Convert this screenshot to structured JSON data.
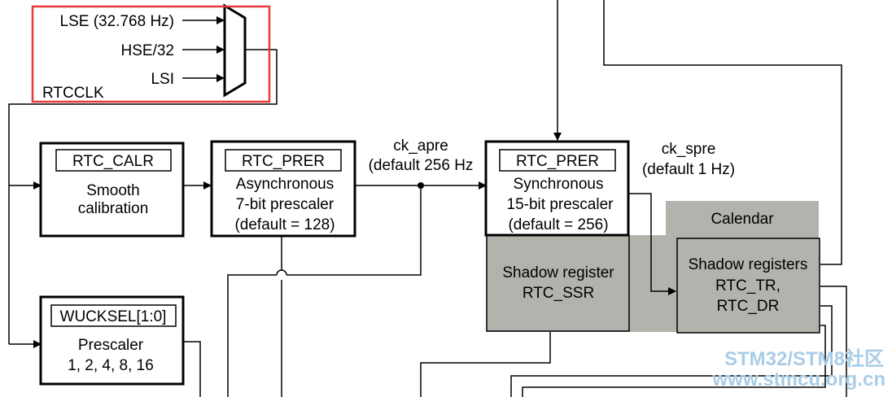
{
  "clock_sources": {
    "lse": "LSE (32.768 Hz)",
    "hse": "HSE/32",
    "lsi": "LSI",
    "rtcclk": "RTCCLK",
    "highlight_color": "#e63b3b"
  },
  "blocks": {
    "calr": {
      "register": "RTC_CALR",
      "line1": "Smooth",
      "line2": "calibration"
    },
    "async_prer": {
      "register": "RTC_PRER",
      "line1": "Asynchronous",
      "line2": "7-bit prescaler",
      "line3": "(default = 128)"
    },
    "sync_prer": {
      "register": "RTC_PRER",
      "line1": "Synchronous",
      "line2": "15-bit prescaler",
      "line3": "(default = 256)"
    },
    "wucksel": {
      "register": "WUCKSEL[1:0]",
      "line1": "Prescaler",
      "line2": "1, 2, 4, 8, 16"
    },
    "shadow_ssr": {
      "line1": "Shadow register",
      "line2": "RTC_SSR"
    },
    "calendar": {
      "title": "Calendar",
      "line1": "Shadow registers",
      "line2": "RTC_TR,",
      "line3": "RTC_DR"
    }
  },
  "signals": {
    "ck_apre": "ck_apre",
    "ck_apre_default": "(default 256 Hz",
    "ck_spre": "ck_spre",
    "ck_spre_default": "(default 1 Hz)"
  },
  "watermark": {
    "line1": "STM32/STM8社区",
    "line2": "www.stmcu.org.cn",
    "color": "#a9cde8"
  },
  "colors": {
    "gray_fill": "#b4b2ad"
  }
}
